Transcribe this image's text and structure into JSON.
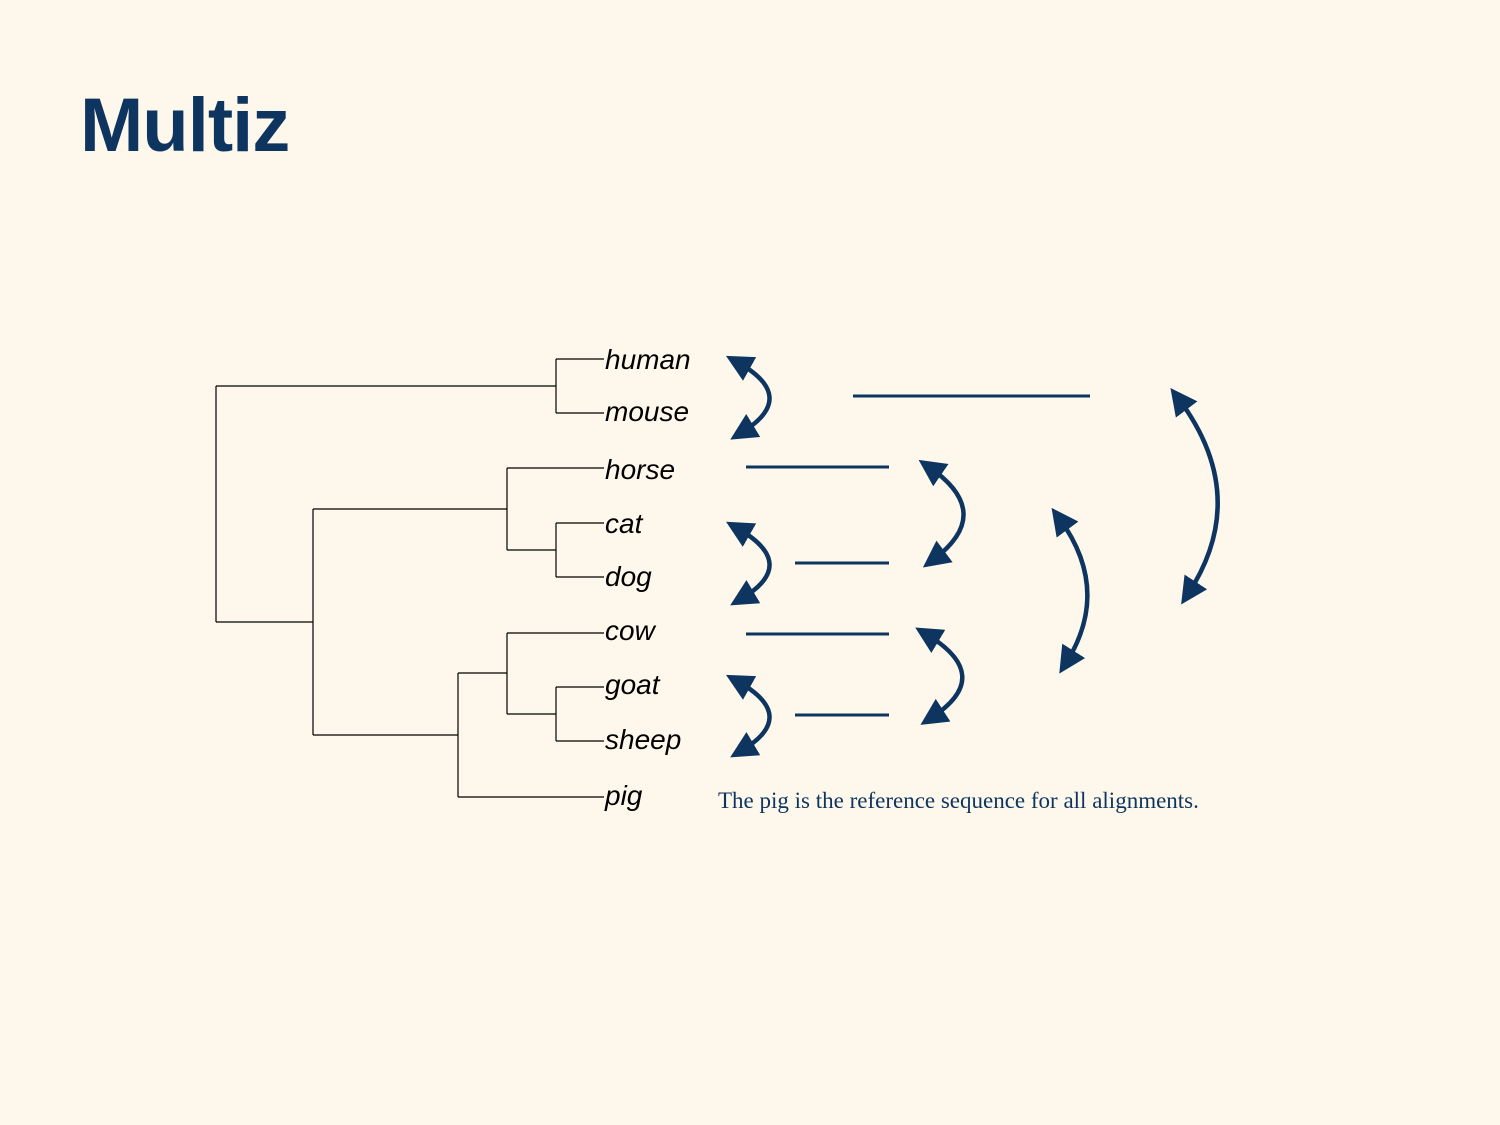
{
  "slide": {
    "title": "Multiz",
    "caption": "The pig is the reference sequence for all alignments."
  },
  "species": [
    "human",
    "mouse",
    "horse",
    "cat",
    "dog",
    "cow",
    "goat",
    "sheep",
    "pig"
  ],
  "colors": {
    "background": "#fdf8eb",
    "accent": "#0d355f",
    "tree": "#000000"
  }
}
